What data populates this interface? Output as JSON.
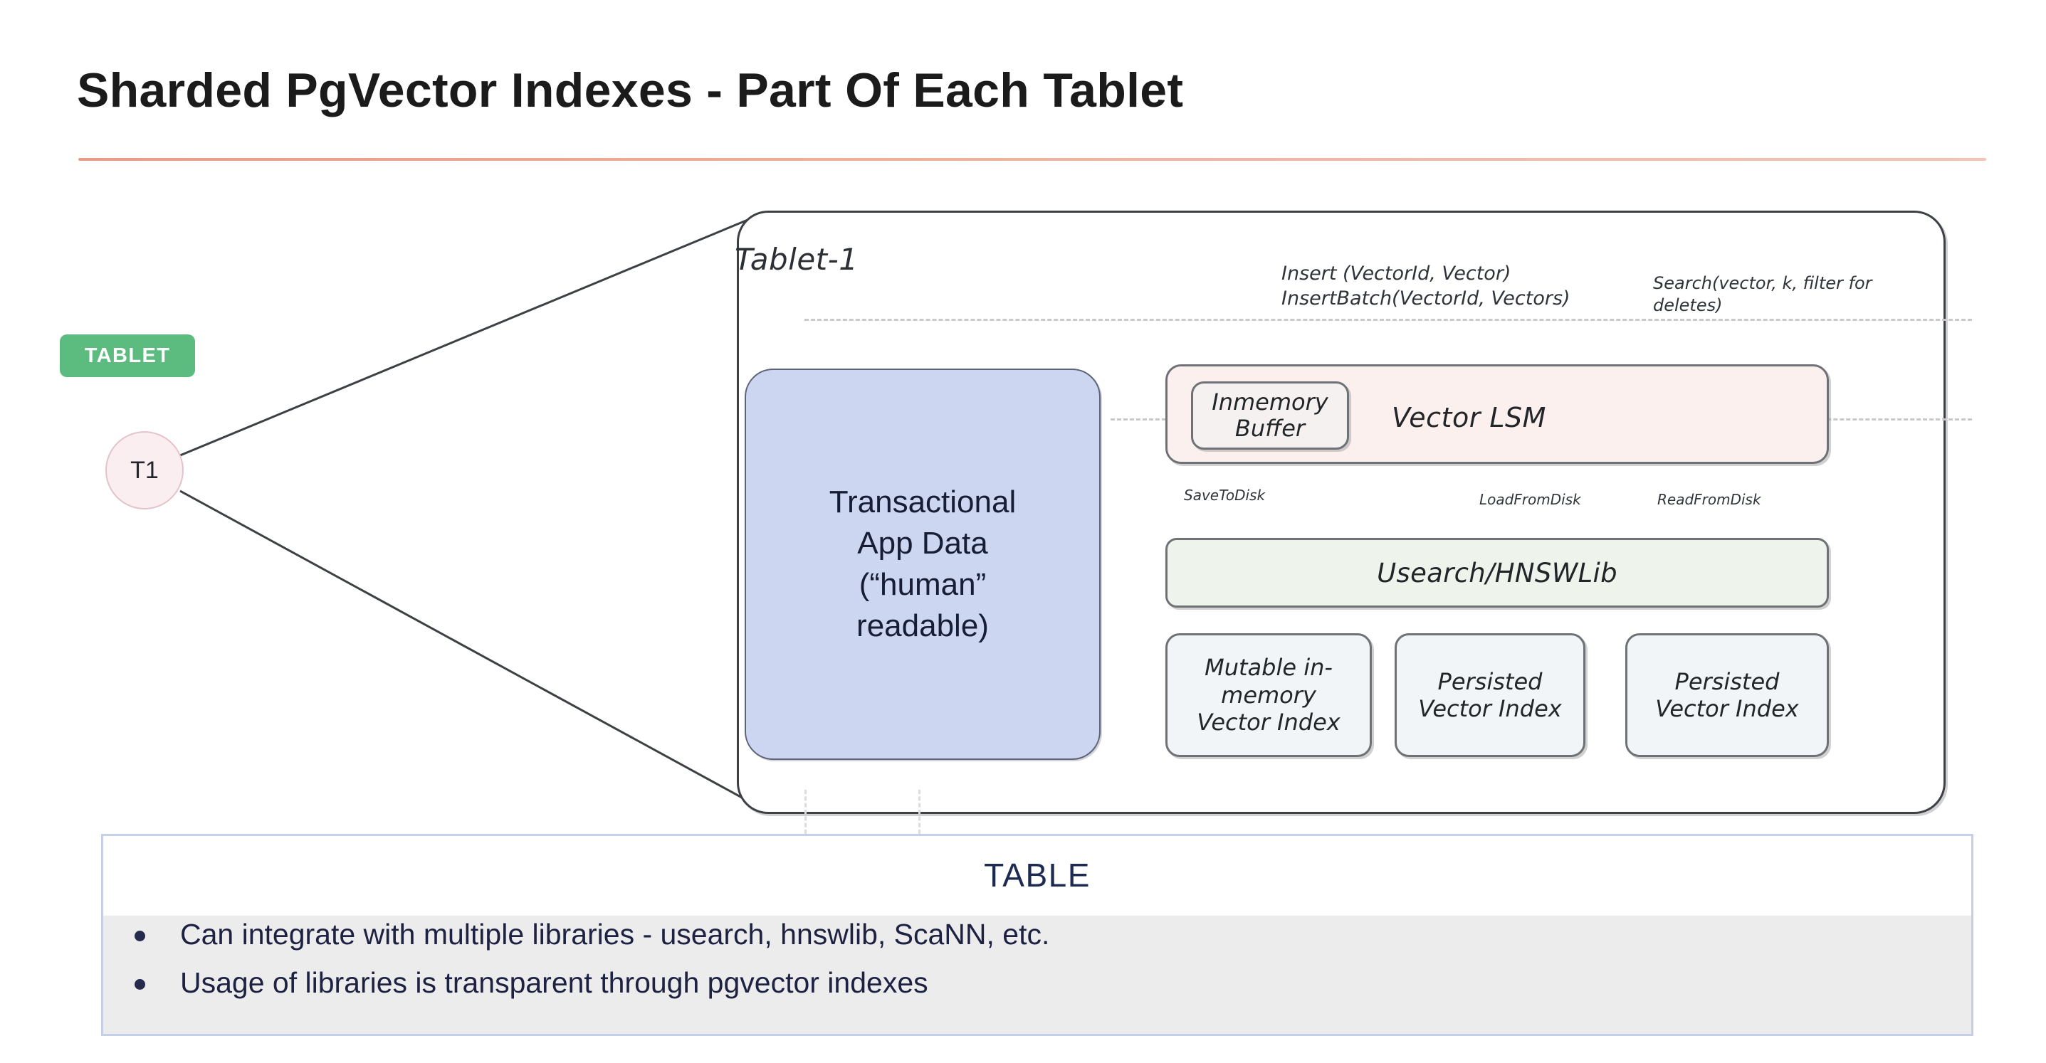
{
  "slide": {
    "title": "Sharded PgVector Indexes - Part Of Each Tablet"
  },
  "legend": {
    "tablet_badge": "TABLET"
  },
  "shard": {
    "node_label": "T1"
  },
  "tablet": {
    "label": "Tablet-1",
    "transactional_box": "Transactional\nApp Data\n(“human”\nreadable)",
    "lsm": {
      "title": "Vector LSM",
      "inmemory_buffer": "Inmemory\nBuffer"
    },
    "library_box": "Usearch/HNSWLib",
    "indexes": [
      "Mutable in-\nmemory\nVector Index",
      "Persisted\nVector Index",
      "Persisted\nVector Index"
    ],
    "flows": {
      "insert": "Insert (VectorId, Vector)\nInsertBatch(VectorId, Vectors)",
      "search": "Search(vector, k, filter for\ndeletes)",
      "save_to_disk": "SaveToDisk",
      "load_from_disk": "LoadFromDisk",
      "read_from_disk": "ReadFromDisk"
    }
  },
  "table_panel": {
    "heading": "TABLE",
    "bullets": [
      "Can integrate with multiple libraries - usearch, hnswlib, ScaNN, etc.",
      "Usage of libraries is transparent through pgvector indexes"
    ]
  },
  "colors": {
    "badge_green": "#5cbb7f",
    "title_rule": "#e79c86",
    "txn_blue": "#ccd6f0",
    "lsm_pink": "#fbf0ee",
    "library_green": "#eef4ec",
    "index_gray": "#f2f5f8",
    "panel_border": "#c5cfe6",
    "bullet_band": "#ececec"
  }
}
